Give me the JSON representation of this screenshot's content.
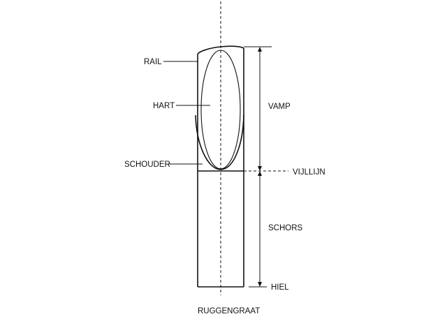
{
  "labels": {
    "rail": "RAIL",
    "hart": "HART",
    "schouder": "SCHOUDER",
    "vamp": "VAMP",
    "vijllijn": "VIJLLIJN",
    "schors": "SCHORS",
    "hiel": "HIEL",
    "ruggengraat": "RUGGENGRAAT"
  },
  "colors": {
    "stroke": "#111111",
    "background": "#ffffff"
  }
}
